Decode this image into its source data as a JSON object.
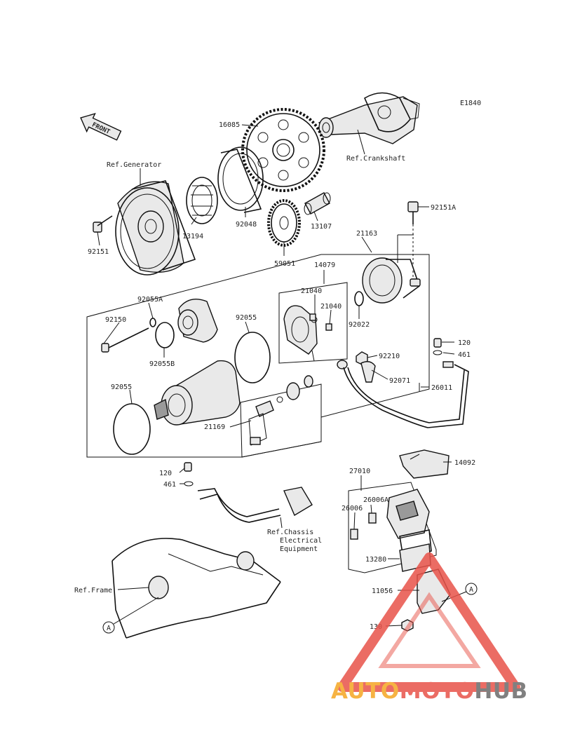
{
  "diagram_id": "E1840",
  "front_arrow": "FRONT",
  "refs": {
    "generator": "Ref.Generator",
    "crankshaft": "Ref.Crankshaft",
    "frame": "Ref.Frame",
    "chassis_1": "Ref.Chassis",
    "chassis_2": "Electrical",
    "chassis_3": "Equipment"
  },
  "parts": {
    "p16085": "16085",
    "p92151A": "92151A",
    "p92151": "92151",
    "p13194": "13194",
    "p92048": "92048",
    "p13107": "13107",
    "p59051": "59051",
    "p21163": "21163",
    "p14079": "14079",
    "p21040a": "21040",
    "p21040b": "21040",
    "p92022": "92022",
    "p92055A": "92055A",
    "p92150": "92150",
    "p92055": "92055",
    "p92055B": "92055B",
    "p92055c": "92055",
    "p21169": "21169",
    "p92210": "92210",
    "p120a": "120",
    "p461a": "461",
    "p92071": "92071",
    "p26011": "26011",
    "p14092": "14092",
    "p120b": "120",
    "p461b": "461",
    "p27010": "27010",
    "p26006A": "26006A",
    "p26006": "26006",
    "p13280": "13280",
    "p11056": "11056",
    "p130": "130"
  },
  "callouts": {
    "a1": "A",
    "a2": "A"
  },
  "watermark": {
    "part1": "AUTO",
    "part2": "MOTO",
    "part3": "HUB",
    "color1": "#f5a623",
    "color2": "#e8534a",
    "color3": "#6b6b6b"
  }
}
